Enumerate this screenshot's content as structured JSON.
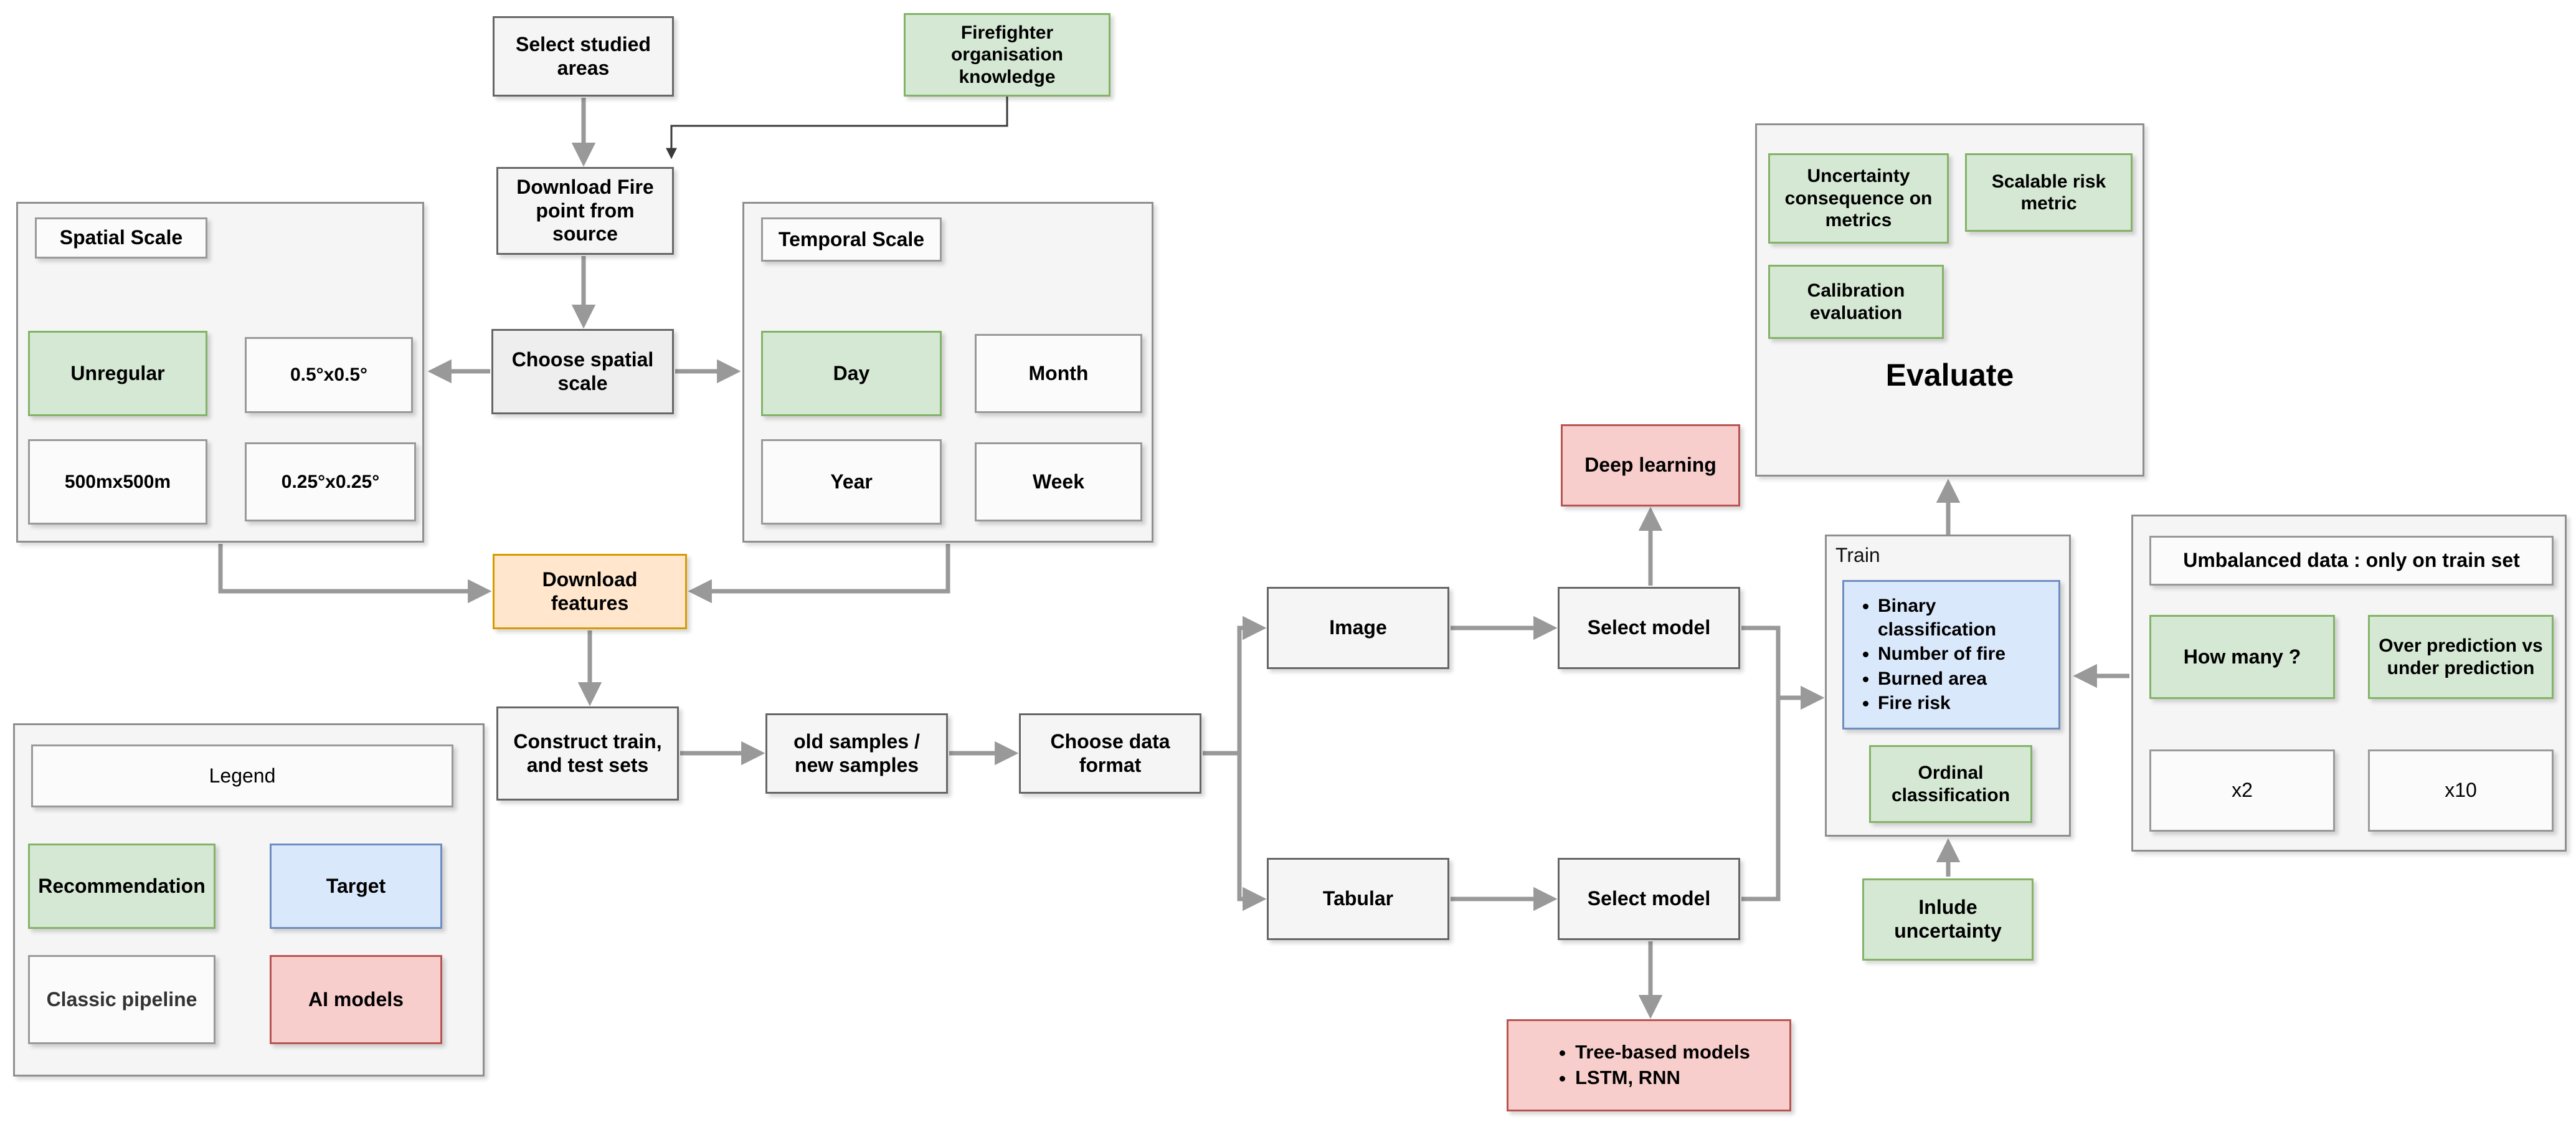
{
  "colors": {
    "green_fill": "#d5e8d4",
    "green_border": "#82b366",
    "blue_fill": "#dae8fc",
    "blue_border": "#6c8ebf",
    "red_fill": "#f8cecc",
    "red_border": "#b85450",
    "orange_fill": "#ffe6cc",
    "orange_border": "#d79b00",
    "gray_fill": "#f5f5f5",
    "gray_border": "#666666",
    "light_fill": "#fbfbfb",
    "light_border": "#999999",
    "panel_fill": "#f5f5f5",
    "panel_border": "#8f8f8f",
    "arrow": "#999999",
    "arrow_dark": "#3a3a3a"
  },
  "flow": {
    "select_studied_areas": "Select studied areas",
    "firefighter_knowledge": "Firefighter organisation knowledge",
    "download_fire_point": "Download Fire point from source",
    "choose_spatial_scale": "Choose spatial scale",
    "download_features": "Download features",
    "construct_sets": "Construct train, and test sets",
    "old_new_samples": "old samples / new samples",
    "choose_data_format": "Choose data format",
    "image": "Image",
    "tabular": "Tabular",
    "select_model_image": "Select model",
    "select_model_tabular": "Select model",
    "deep_learning": "Deep learning",
    "tabular_models": [
      "Tree-based models",
      "LSTM, RNN"
    ],
    "include_uncertainty": "Inlude uncertainty"
  },
  "spatial_scale": {
    "title": "Spatial Scale",
    "options": [
      "Unregular",
      "0.5°x0.5°",
      "500mx500m",
      "0.25°x0.25°"
    ]
  },
  "temporal_scale": {
    "title": "Temporal Scale",
    "options": [
      "Day",
      "Month",
      "Year",
      "Week"
    ]
  },
  "train": {
    "title": "Train",
    "targets": [
      "Binary classification",
      "Number of fire",
      "Burned area",
      "Fire risk"
    ],
    "ordinal": "Ordinal classification"
  },
  "evaluate": {
    "title": "Evaluate",
    "items": [
      "Uncertainty consequence on metrics",
      "Scalable risk metric",
      "Calibration evaluation"
    ]
  },
  "umbalanced": {
    "title": "Umbalanced data : only on train set",
    "how_many": "How many ?",
    "over_under": "Over prediction vs under prediction",
    "x2": "x2",
    "x10": "x10"
  },
  "legend": {
    "title": "Legend",
    "recommendation": "Recommendation",
    "target": "Target",
    "classic": "Classic pipeline",
    "ai": "AI models"
  }
}
